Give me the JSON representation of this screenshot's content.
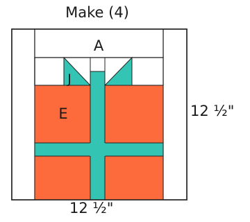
{
  "heading": "Make (4)",
  "pieces": {
    "a_label": "A",
    "j_label": "J",
    "e_label": "E"
  },
  "dimensions": {
    "height": "12 ½\"",
    "width": "12 ½\""
  },
  "colors": {
    "background_fabric": "#ffffff",
    "box": "#fd6a3b",
    "ribbon": "#33c4b3",
    "outline": "#222222"
  }
}
